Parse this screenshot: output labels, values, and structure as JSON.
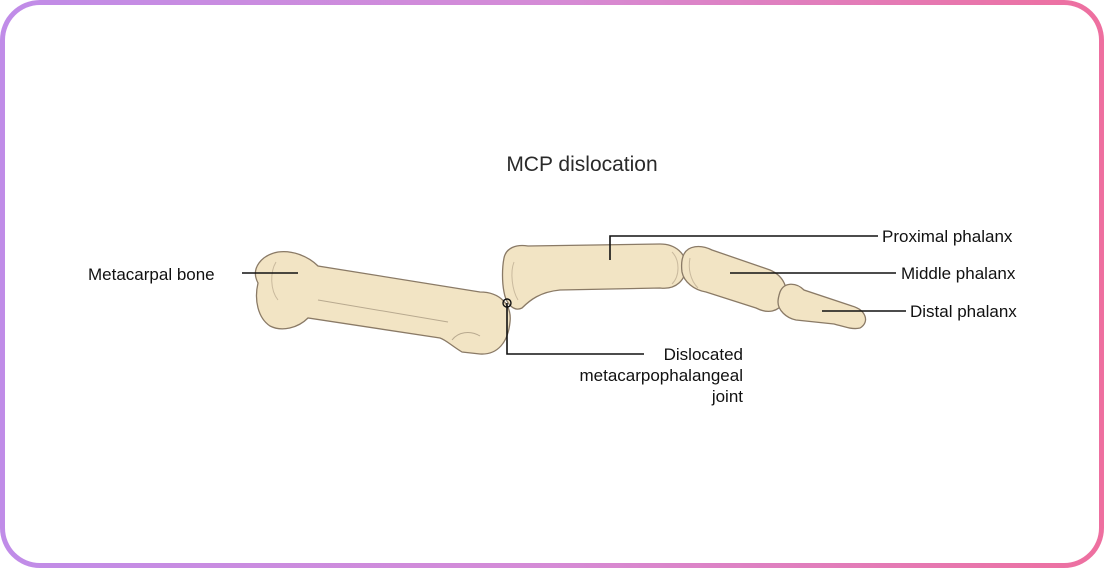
{
  "title": "MCP dislocation",
  "labels": {
    "metacarpal": "Metacarpal bone",
    "proximal": "Proximal phalanx",
    "middle": "Middle phalanx",
    "distal": "Distal phalanx",
    "joint_line1": "Dislocated",
    "joint_line2": "metacarpophalangeal",
    "joint_line3": "joint"
  },
  "colors": {
    "bone_fill": "#f2e4c4",
    "bone_stroke": "#8a7a66",
    "border_left": "#c08ce8",
    "border_right": "#ee6f9f"
  }
}
